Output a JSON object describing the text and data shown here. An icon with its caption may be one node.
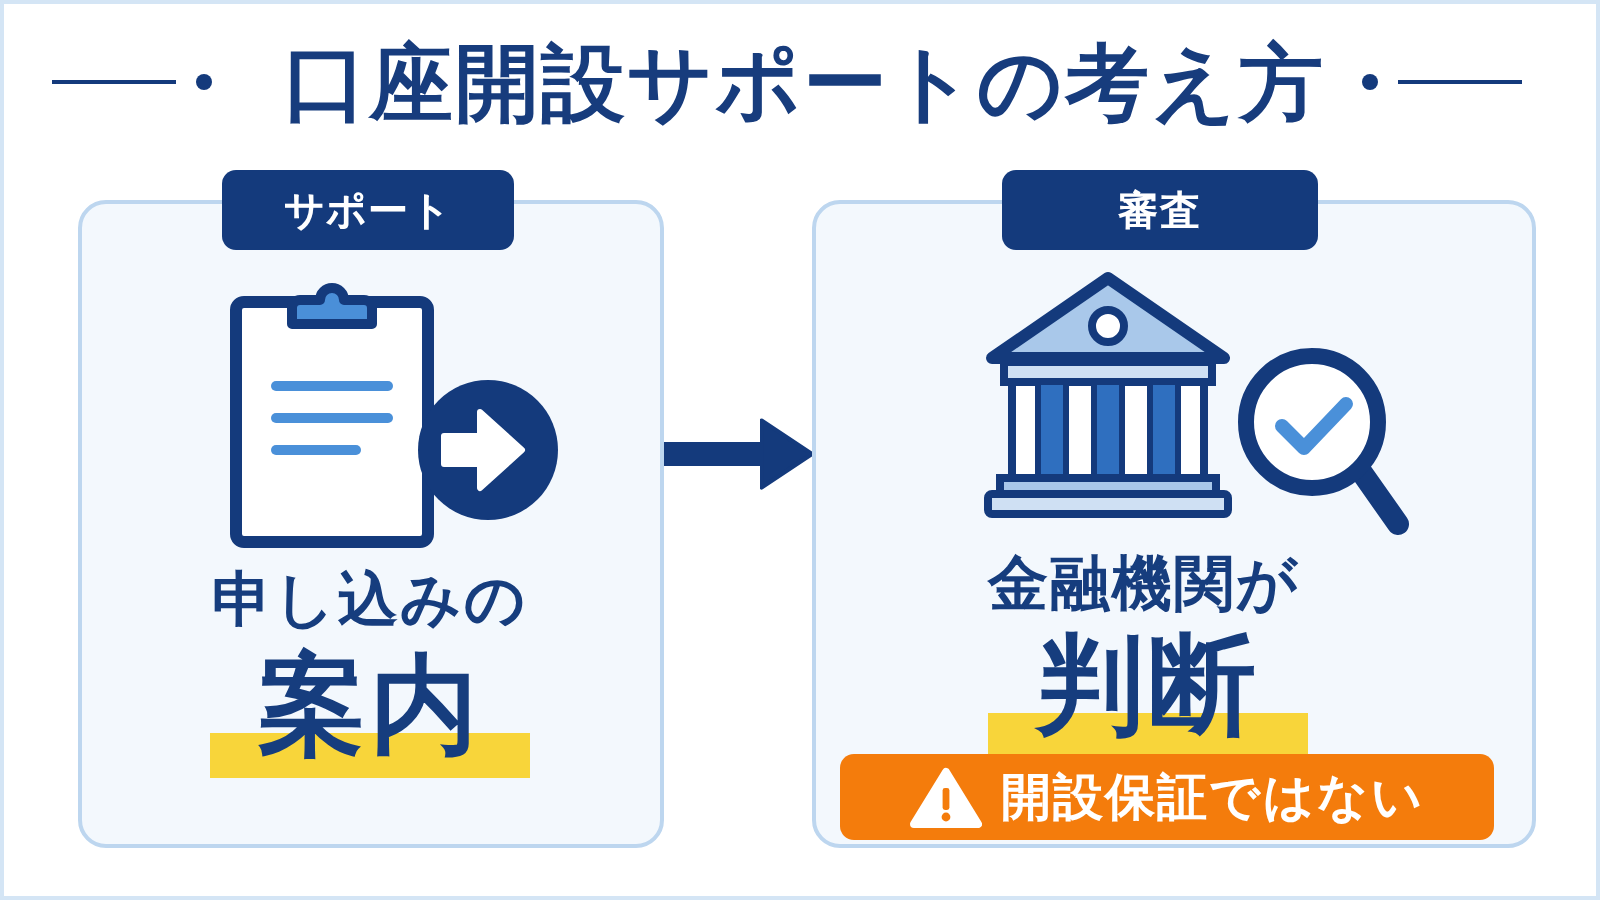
{
  "diagram": {
    "title": "口座開設サポートの考え方",
    "nodes": [
      {
        "text": [
          "サポート",
          "申し込みの",
          "案内"
        ]
      },
      {
        "text": [
          "審査",
          "金融機関が",
          "判断"
        ]
      },
      {
        "text": [
          "開設保証ではない"
        ],
        "in": 1
      }
    ],
    "edges": [
      {
        "from": 0,
        "to": 1,
        "arrow": "to"
      }
    ]
  }
}
